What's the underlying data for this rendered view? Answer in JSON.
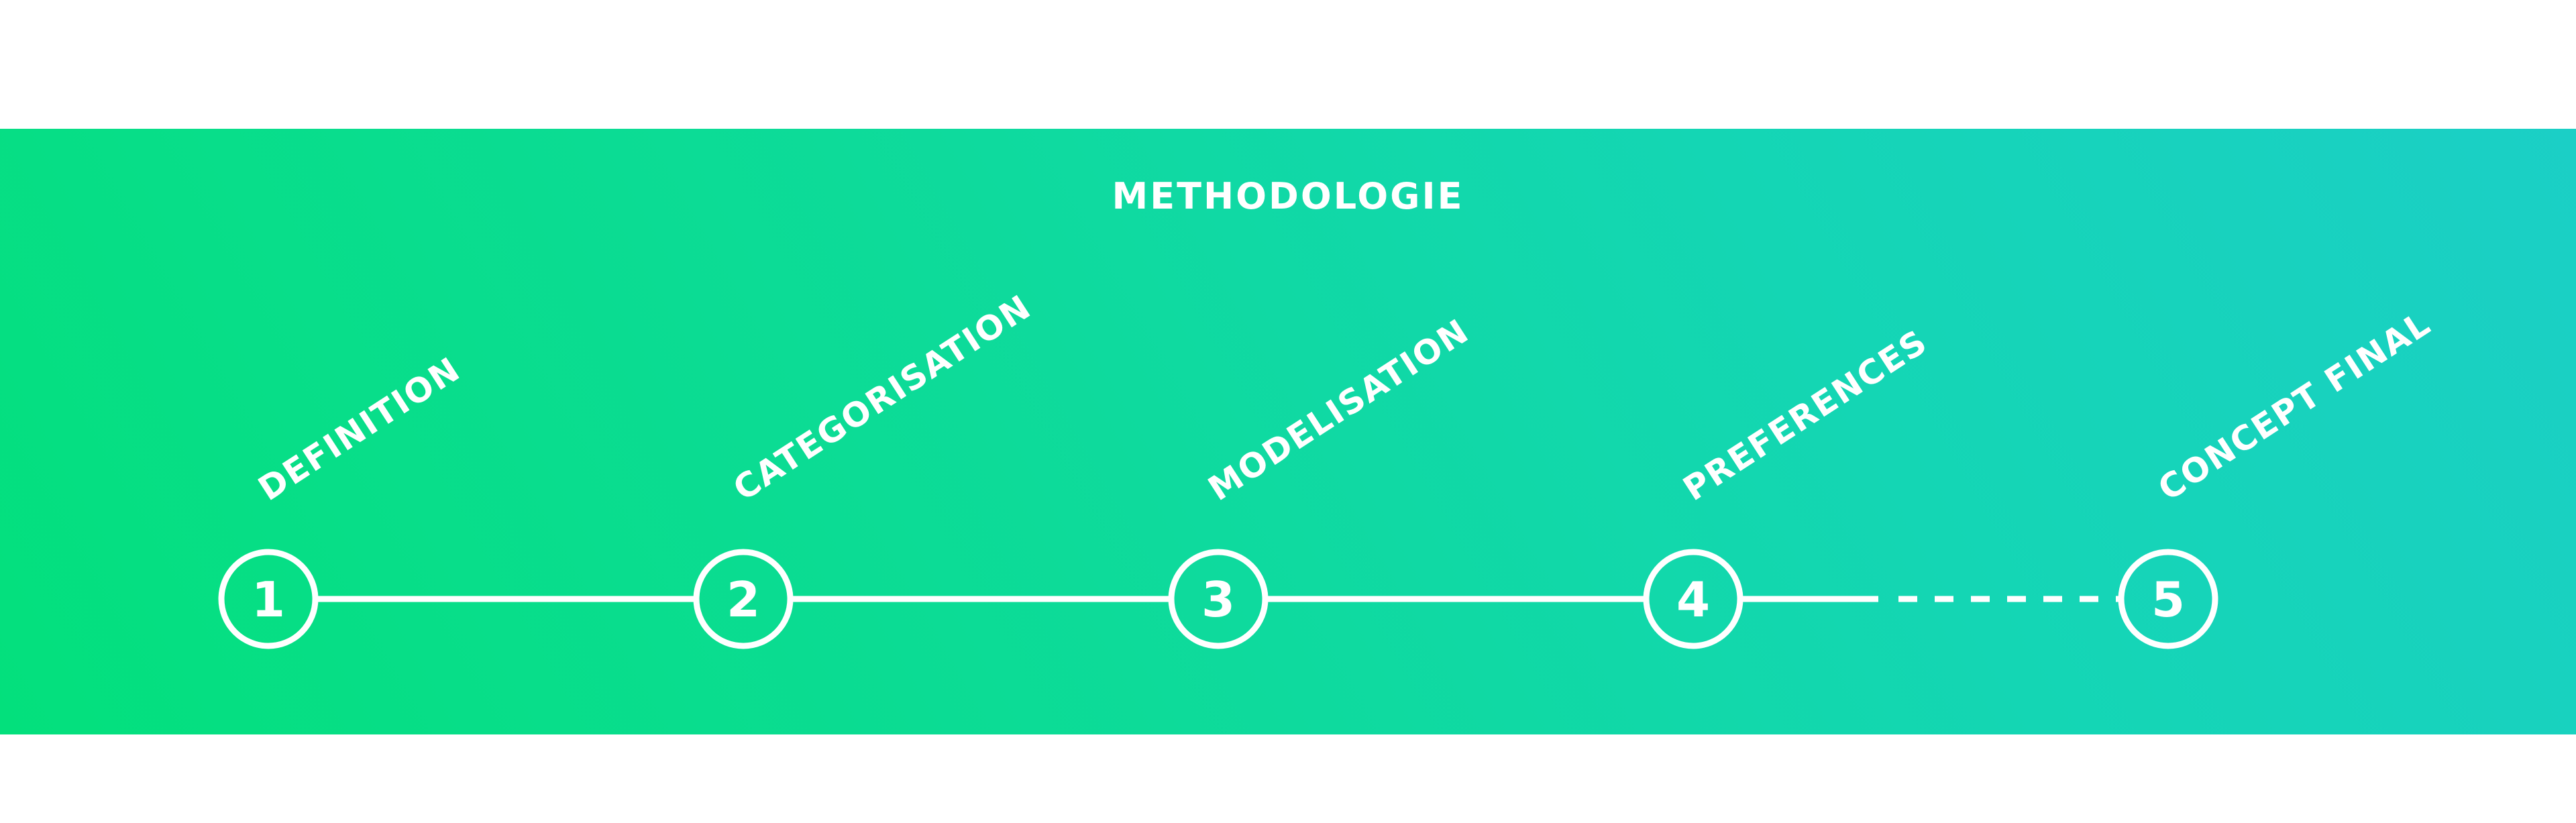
{
  "title": "METHODOLOGIE",
  "steps": [
    {
      "number": "1",
      "label": "DEFINITION"
    },
    {
      "number": "2",
      "label": "CATEGORISATION"
    },
    {
      "number": "3",
      "label": "MODELISATION"
    },
    {
      "number": "4",
      "label": "PREFERENCES"
    },
    {
      "number": "5",
      "label": "CONCEPT FINAL"
    }
  ],
  "colors": {
    "gradient_start": "#03e07c",
    "gradient_end": "#1bcfc6",
    "foreground": "#ffffff"
  }
}
